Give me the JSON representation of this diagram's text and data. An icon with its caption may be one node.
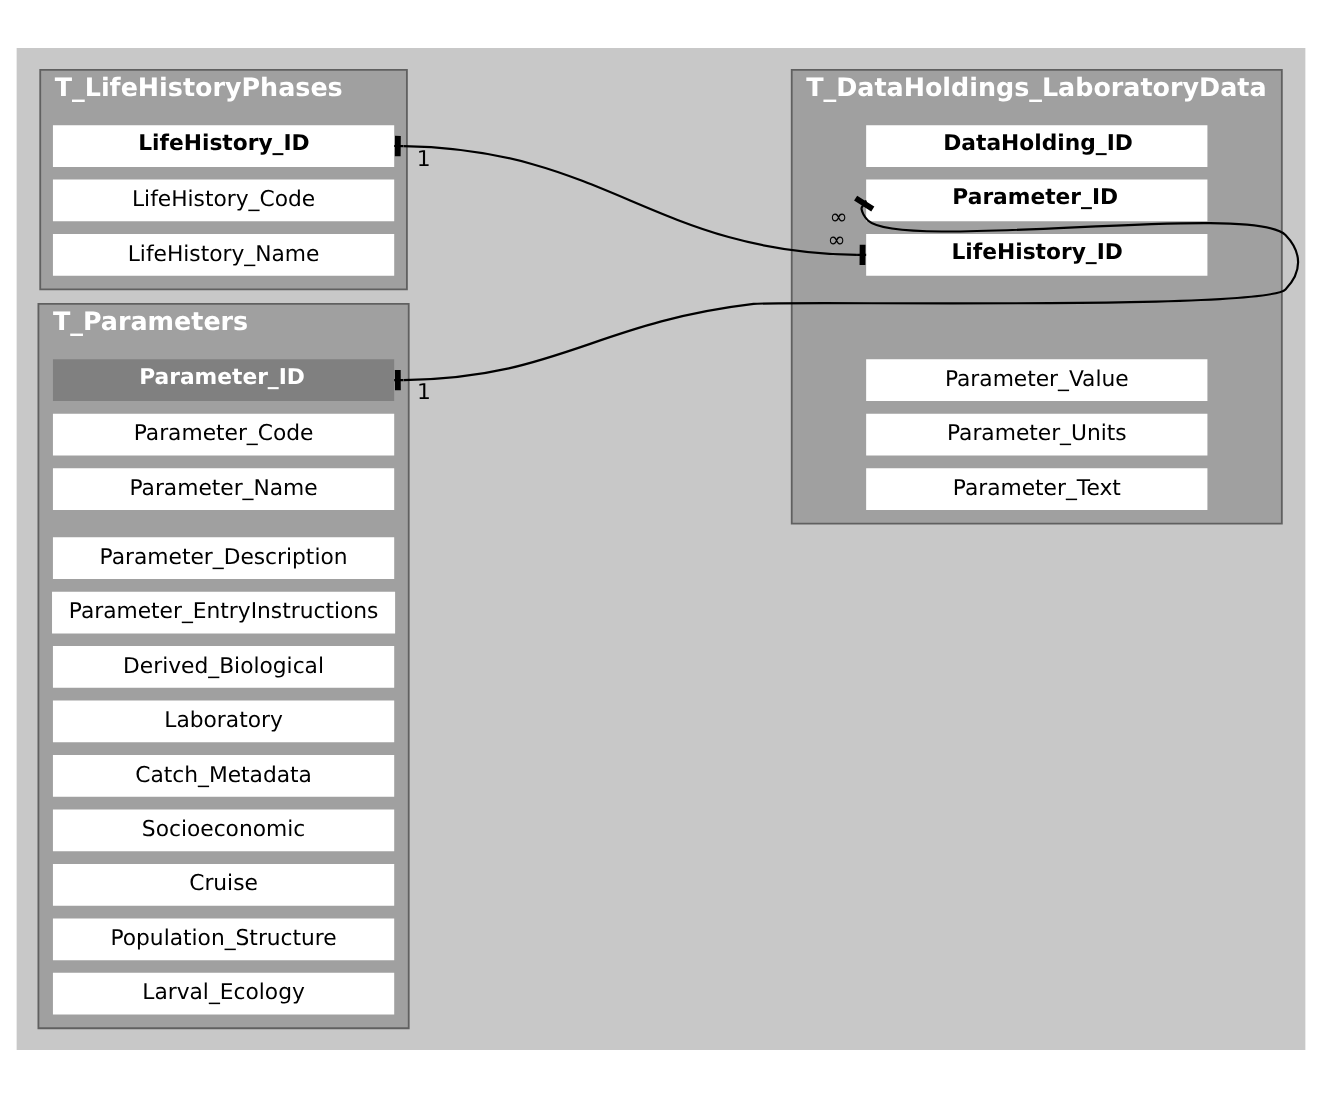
{
  "diagram": {
    "nodes": [
      {
        "text": [
          "T_LifeHistoryPhases"
        ]
      },
      {
        "text": [
          "LifeHistory_ID"
        ],
        "in": 0
      },
      {
        "text": [
          "LifeHistory_Code"
        ],
        "in": 0
      },
      {
        "text": [
          "LifeHistory_Name"
        ],
        "in": 0
      },
      {
        "text": [
          "T_DataHoldings_LaboratoryData"
        ]
      },
      {
        "text": [
          "DataHolding_ID"
        ],
        "in": 4
      },
      {
        "text": [
          "Parameter_ID"
        ],
        "in": 4
      },
      {
        "text": [
          "LifeHistory_ID"
        ],
        "in": 4
      },
      {
        "text": [
          "Parameter_Value"
        ],
        "in": 4
      },
      {
        "text": [
          "Parameter_Units"
        ],
        "in": 4
      },
      {
        "text": [
          "Parameter_Text"
        ],
        "in": 4
      },
      {
        "text": [
          "T_Parameters"
        ]
      },
      {
        "text": [
          "Parameter_ID"
        ],
        "in": 11
      },
      {
        "text": [
          "Parameter_Code"
        ],
        "in": 11
      },
      {
        "text": [
          "Parameter_Name"
        ],
        "in": 11
      },
      {
        "text": [
          "Parameter_Description"
        ],
        "in": 11
      },
      {
        "text": [
          "Parameter_EntryInstructions"
        ],
        "in": 11
      },
      {
        "text": [
          "Derived_Biological"
        ],
        "in": 11
      },
      {
        "text": [
          "Laboratory"
        ],
        "in": 11
      },
      {
        "text": [
          "Catch_Metadata"
        ],
        "in": 11
      },
      {
        "text": [
          "Socioeconomic"
        ],
        "in": 11
      },
      {
        "text": [
          "Cruise"
        ],
        "in": 11
      },
      {
        "text": [
          "Population_Structure"
        ],
        "in": 11
      },
      {
        "text": [
          "Larval_Ecology"
        ],
        "in": 11
      }
    ],
    "edges": [
      {
        "from": 1,
        "to": 7,
        "arrow": "other"
      },
      {
        "from": 12,
        "to": 6,
        "arrow": "other"
      }
    ],
    "labels": [
      "1",
      "∞",
      "1",
      "∞"
    ]
  }
}
